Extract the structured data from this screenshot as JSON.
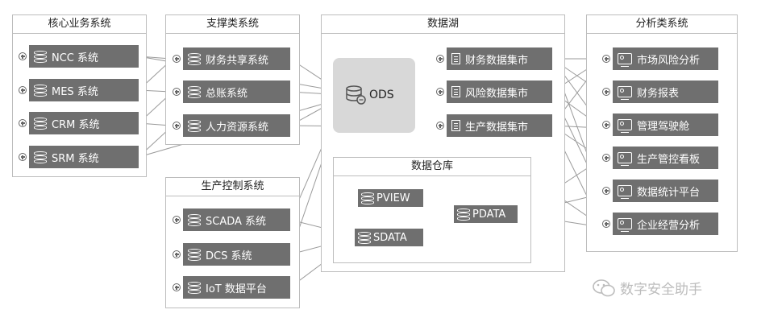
{
  "panels": {
    "core": "核心业务系统",
    "support": "支撑类系统",
    "datalake": "数据湖",
    "analysis": "分析类系统",
    "production": "生产控制系统",
    "warehouse": "数据仓库"
  },
  "core_systems": [
    "NCC 系统",
    "MES 系统",
    "CRM 系统",
    "SRM 系统"
  ],
  "support_systems": [
    "财务共享系统",
    "总账系统",
    "人力资源系统"
  ],
  "production_systems": [
    "SCADA 系统",
    "DCS 系统",
    "IoT 数据平台"
  ],
  "ods_label": "ODS",
  "data_marts": [
    "财务数据集市",
    "风险数据集市",
    "生产数据集市"
  ],
  "warehouse_nodes": {
    "pview": "PVIEW",
    "sdata": "SDATA",
    "pdata": "PDATA"
  },
  "analysis_systems": [
    "市场风险分析",
    "财务报表",
    "管理驾驶舱",
    "生产管控看板",
    "数据统计平台",
    "企业经营分析"
  ],
  "watermark": "数字安全助手",
  "colors": {
    "node": "#6f6f6f",
    "line": "#9a9a9a",
    "ods": "#d8d8d8",
    "border": "#bdbdbd"
  }
}
